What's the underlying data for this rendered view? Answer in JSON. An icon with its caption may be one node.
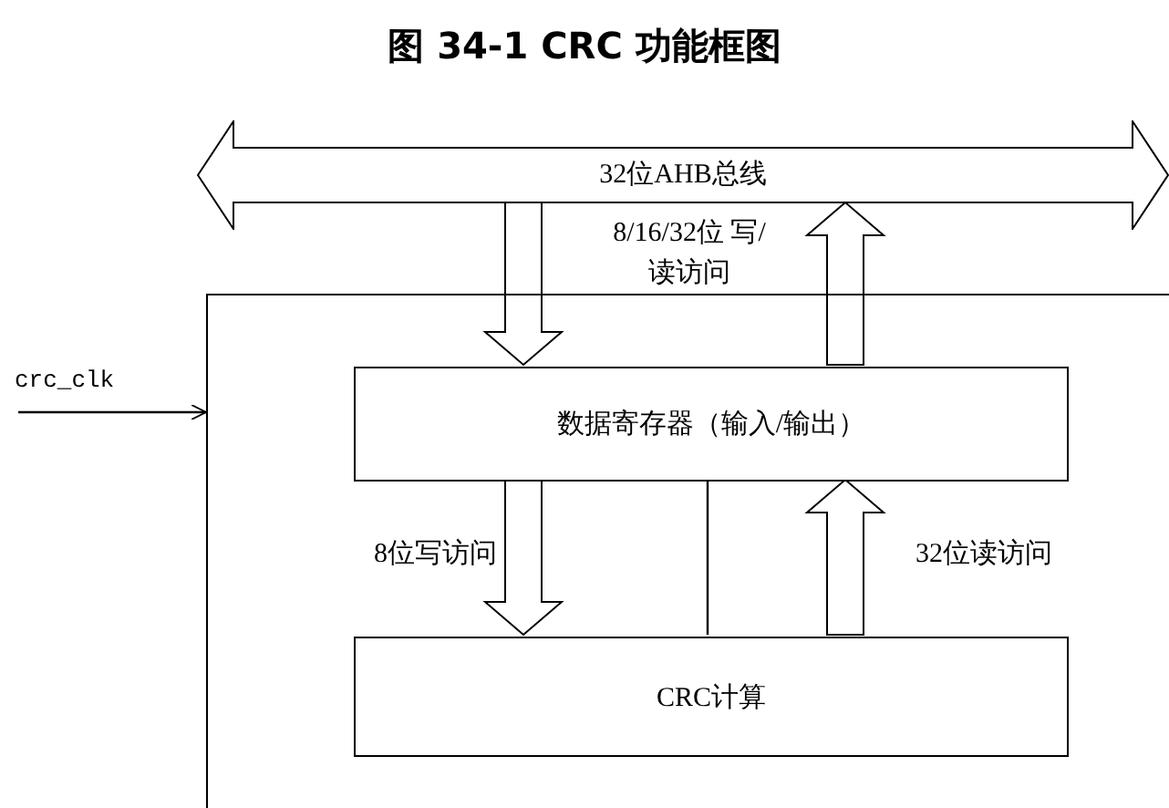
{
  "diagram": {
    "title": "图 34-1 CRC 功能框图",
    "nodes": [
      {
        "text": [
          "32位AHB总线"
        ]
      },
      {
        "text": [],
        "shape": "box"
      },
      {
        "text": [
          "数据寄存器（输入/输出）"
        ],
        "in": 1
      },
      {
        "text": [
          "CRC计算"
        ],
        "in": 1
      },
      {
        "text": [
          "crc_clk"
        ]
      }
    ],
    "edges": [
      {
        "from": 0,
        "to": 2,
        "arrow": "to",
        "style": "thick"
      },
      {
        "from": 2,
        "to": 0,
        "arrow": "to",
        "style": "thick"
      },
      {
        "from": 2,
        "to": 3,
        "arrow": "to",
        "style": "thick",
        "label": "8位写访问"
      },
      {
        "from": 2,
        "to": 3,
        "arrow": "none"
      },
      {
        "from": 3,
        "to": 2,
        "arrow": "to",
        "style": "thick",
        "label": "32位读访问"
      },
      {
        "from": 4,
        "to": 1,
        "arrow": "to"
      }
    ],
    "labels": [
      "8/16/32位 写/读访问"
    ]
  }
}
